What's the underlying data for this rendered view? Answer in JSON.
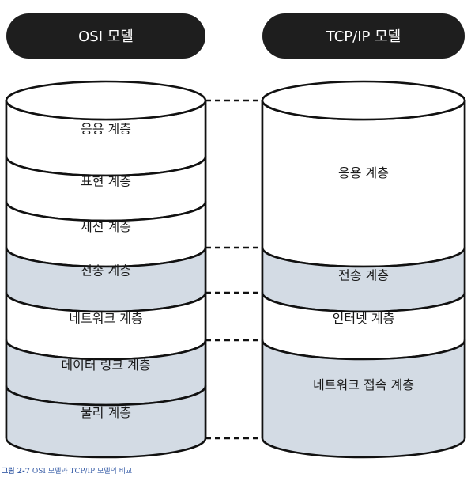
{
  "osi": {
    "title": "OSI 모델",
    "layers": [
      {
        "label": "응용 계층",
        "shaded": false
      },
      {
        "label": "표현 계층",
        "shaded": false
      },
      {
        "label": "세션 계층",
        "shaded": false
      },
      {
        "label": "전송 계층",
        "shaded": true
      },
      {
        "label": "네트워크 계층",
        "shaded": false
      },
      {
        "label": "데이터 링크 계층",
        "shaded": true
      },
      {
        "label": "물리 계층",
        "shaded": true
      }
    ]
  },
  "tcpip": {
    "title": "TCP/IP 모델",
    "layers": [
      {
        "label": "응용 계층",
        "shaded": false
      },
      {
        "label": "전송 계층",
        "shaded": true
      },
      {
        "label": "인터넷 계층",
        "shaded": false
      },
      {
        "label": "네트워크 접속 계층",
        "shaded": true
      }
    ]
  },
  "caption": {
    "number": "그림 2-7",
    "text": "OSI 모델과 TCP/IP 모델의 비교"
  },
  "colors": {
    "shaded_fill": "#d3dbe4",
    "plain_fill": "#ffffff",
    "pill_fill": "#1e1e1e",
    "stroke": "#111111",
    "caption_text": "#3a5fa8"
  }
}
